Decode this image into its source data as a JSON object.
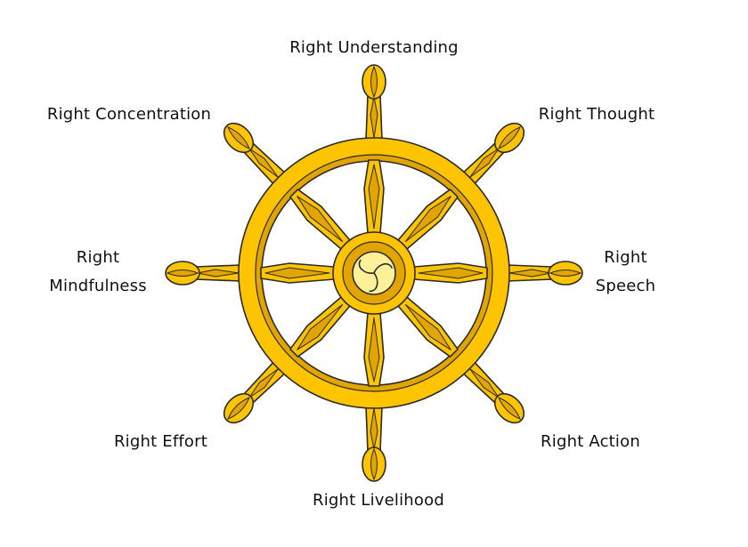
{
  "colors": {
    "gold": "#ffc400",
    "gold_dark": "#e2a500",
    "hub": "#fff09a",
    "outline": "#2b2b2b"
  },
  "labels": {
    "right_understanding": "Right Understanding",
    "right_thought": "Right Thought",
    "right_speech_1": "Right",
    "right_speech_2": "Speech",
    "right_action": "Right Action",
    "right_livelihood": "Right Livelihood",
    "right_effort": "Right Effort",
    "right_mindfulness_1": "Right",
    "right_mindfulness_2": "Mindfulness",
    "right_concentration": "Right Concentration"
  }
}
